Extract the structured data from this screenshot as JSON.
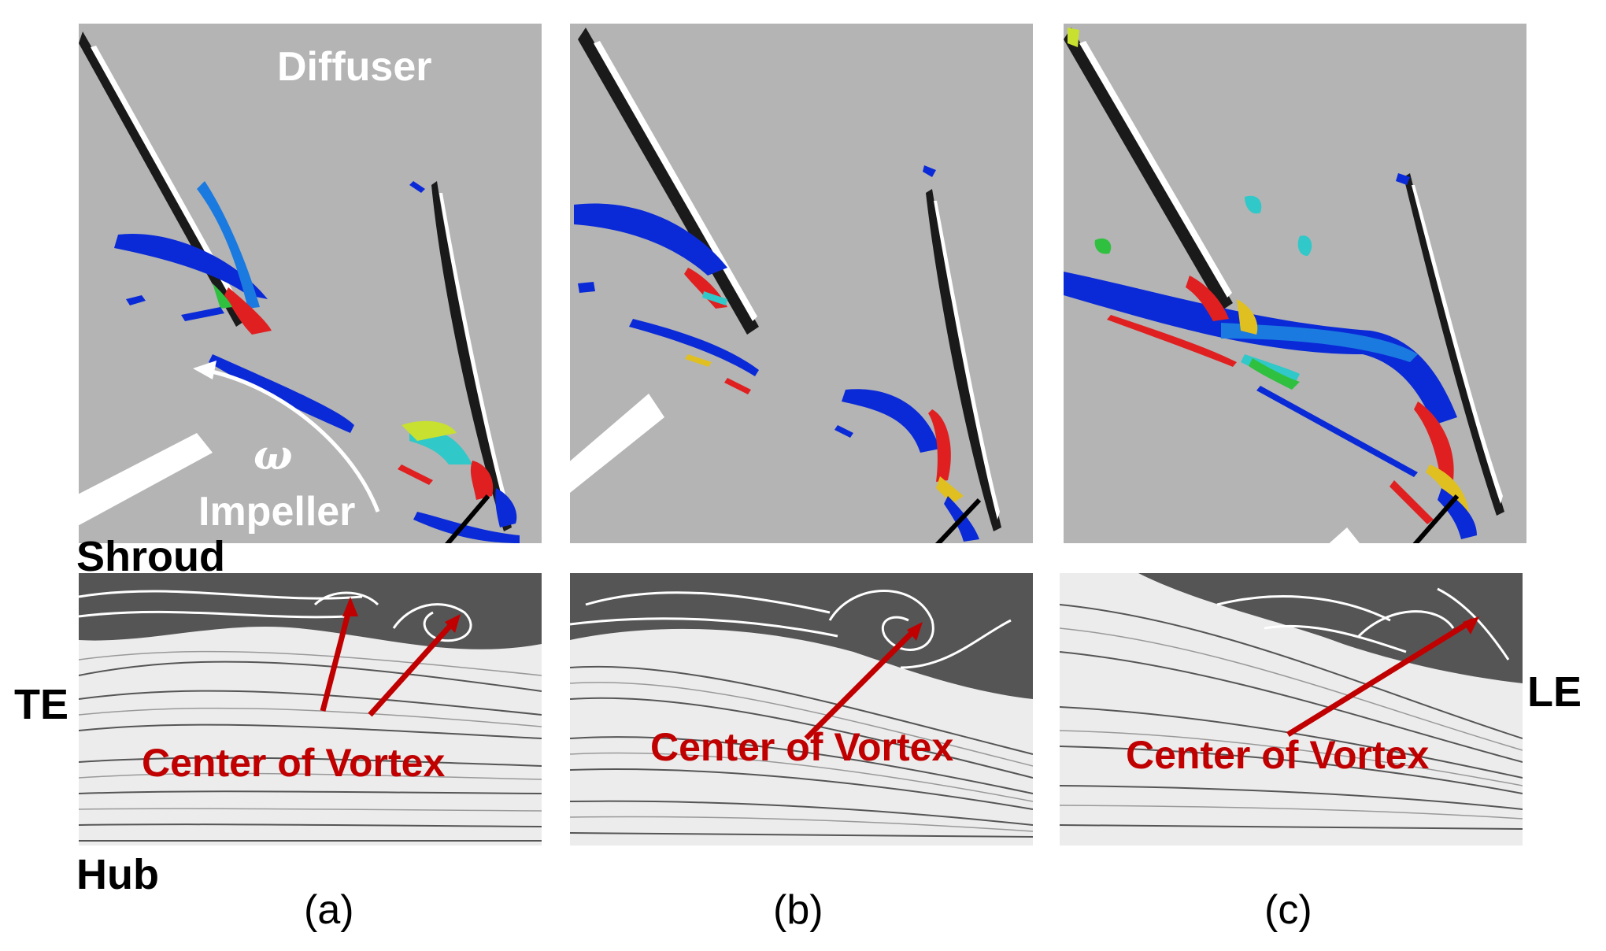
{
  "labels": {
    "diffuser": "Diffuser",
    "omega": "ω",
    "impeller": "Impeller",
    "shroud": "Shroud",
    "te": "TE",
    "hub": "Hub",
    "le": "LE",
    "center_of_vortex_a": "Center of Vortex",
    "center_of_vortex_b": "Center of Vortex",
    "center_of_vortex_c": "Center of Vortex",
    "caption_a": "(a)",
    "caption_b": "(b)",
    "caption_c": "(c)"
  },
  "colors": {
    "background_gray": "#b4b4b4",
    "vortex_red": "#c00000",
    "arrow_black": "#000000"
  }
}
